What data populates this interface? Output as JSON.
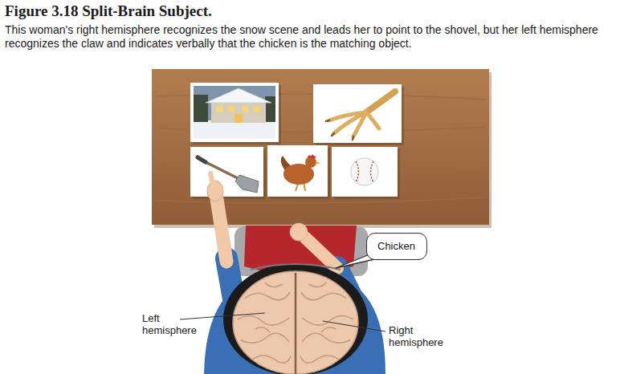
{
  "diagram": {
    "title": "Figure 3.18 Split-Brain Subject.",
    "caption": "This woman's right hemisphere recognizes the snow scene and leads her to point to the shovel, but her left hemisphere recognizes the claw and indicates verbally that the chicken is the matching object.",
    "nodes": [
      {
        "text": [
          "Chicken"
        ]
      }
    ],
    "labels": [
      "Left hemisphere",
      "Right hemisphere"
    ]
  }
}
